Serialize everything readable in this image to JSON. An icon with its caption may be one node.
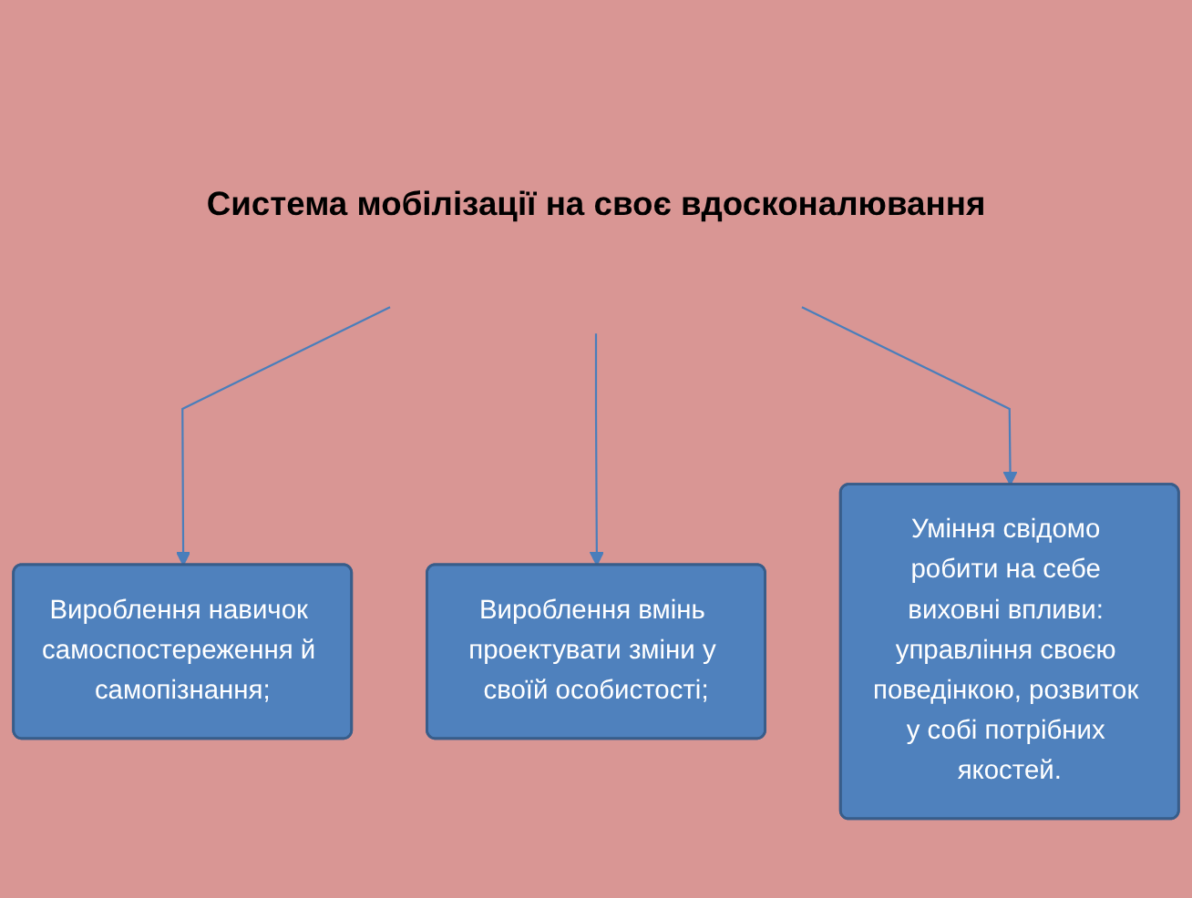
{
  "diagram": {
    "nodes": [
      {
        "text": [
          "Система мобілізації на своє вдосконалювання"
        ]
      },
      {
        "text": [
          "Вироблення навичок самоспостереження й самопізнання;"
        ]
      },
      {
        "text": [
          "Вироблення вмінь проектувати зміни у своїй особистості;"
        ]
      },
      {
        "text": [
          "Уміння свідомо робити на себе виховні впливи: управління своєю поведінкою, розвиток у собі потрібних якостей."
        ]
      }
    ],
    "edges": [
      {
        "from": 0,
        "to": 1,
        "arrow": "to"
      },
      {
        "from": 0,
        "to": 2,
        "arrow": "to"
      },
      {
        "from": 0,
        "to": 3,
        "arrow": "to"
      }
    ]
  }
}
